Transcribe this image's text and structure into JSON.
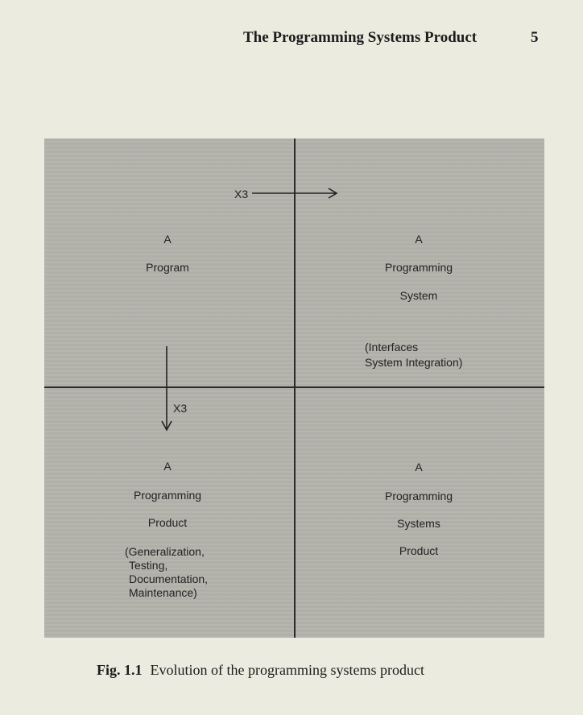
{
  "header": {
    "running_title": "The Programming Systems Product",
    "page_number": "5"
  },
  "figure": {
    "arrow_right_label": "X3",
    "arrow_down_label": "X3",
    "quadrants": {
      "top_left": {
        "line1": "A",
        "line2": "Program"
      },
      "top_right": {
        "line1": "A",
        "line2": "Programming",
        "line3": "System",
        "note_line1": "(Interfaces",
        "note_line2": "System Integration)"
      },
      "bottom_left": {
        "line1": "A",
        "line2": "Programming",
        "line3": "Product",
        "note_line1": "(Generalization,",
        "note_line2": "Testing,",
        "note_line3": "Documentation,",
        "note_line4": "Maintenance)"
      },
      "bottom_right": {
        "line1": "A",
        "line2": "Programming",
        "line3": "Systems",
        "line4": "Product"
      }
    }
  },
  "caption": {
    "label": "Fig. 1.1",
    "text": "Evolution of the programming systems product"
  }
}
